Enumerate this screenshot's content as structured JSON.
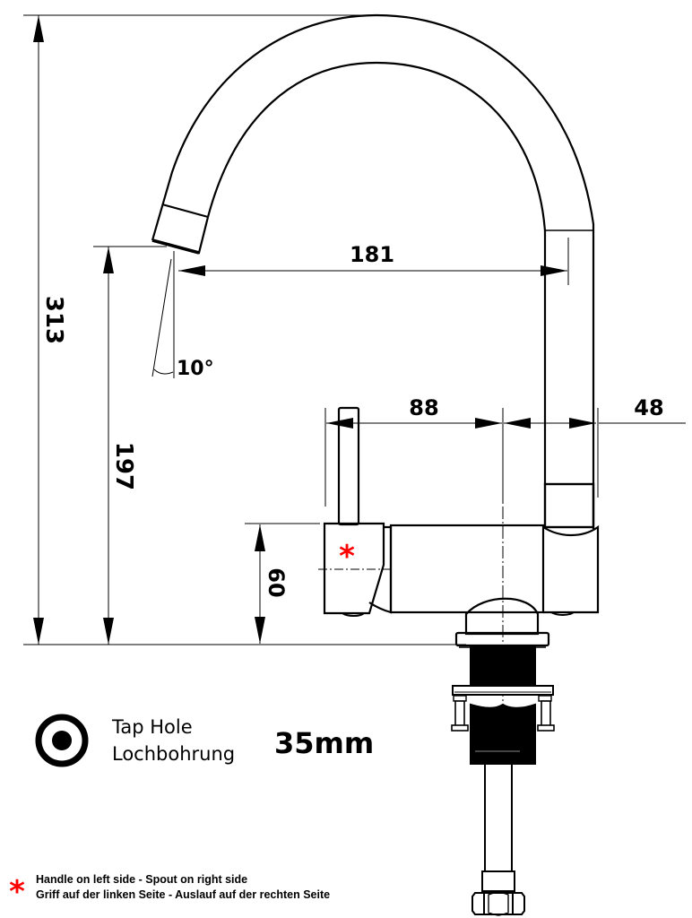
{
  "diagram": {
    "subject": "Kitchen tap side-view dimension drawing",
    "units": "mm",
    "colors": {
      "line": "#000000",
      "marker": "#ff0000",
      "background": "#ffffff"
    }
  },
  "dimensions": {
    "total_height": "313",
    "spout_outlet_height": "197",
    "spout_reach": "181",
    "spout_angle": "10°",
    "handle_to_center": "88",
    "center_to_spout_back": "48",
    "body_height": "60"
  },
  "legend": {
    "tap_hole_label_en": "Tap Hole",
    "tap_hole_label_de": "Lochbohrung",
    "tap_hole_size": "35mm"
  },
  "note": {
    "marker": "*",
    "line_en": "Handle on left side - Spout on right side",
    "line_de": "Griff auf der linken Seite - Auslauf auf der rechten Seite"
  }
}
